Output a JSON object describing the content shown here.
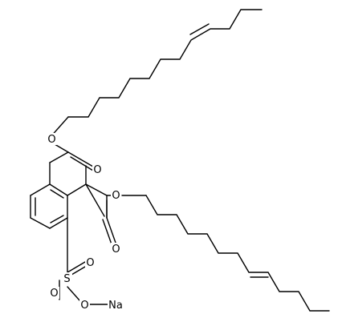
{
  "structure": {
    "atoms": {
      "ester1_ether_o": "O",
      "ester1_carbonyl_o": "O",
      "ester2_ether_o": "O",
      "ester2_carbonyl_o": "O",
      "sulfonyl_s": "S",
      "sulfonyl_o_upper": "O",
      "sulfonyl_o_lower": "O",
      "sulfonate_o": "O",
      "sodium": "Na"
    }
  }
}
